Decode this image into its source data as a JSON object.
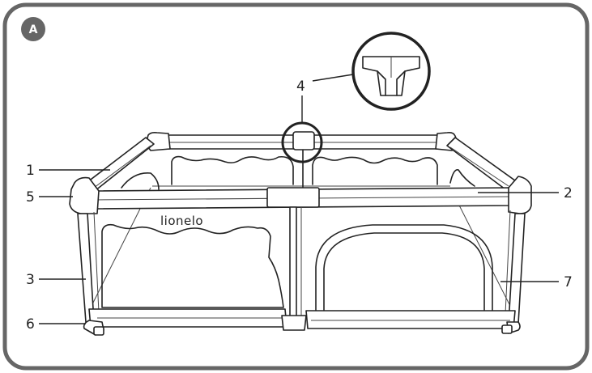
{
  "figure": {
    "badge": "A",
    "brand": "lionelo",
    "colors": {
      "frame": "#666666",
      "ink": "#222222",
      "badge": "#666666"
    }
  },
  "callouts": [
    {
      "id": "1",
      "text": "1"
    },
    {
      "id": "2",
      "text": "2"
    },
    {
      "id": "3",
      "text": "3"
    },
    {
      "id": "4",
      "text": "4"
    },
    {
      "id": "5",
      "text": "5"
    },
    {
      "id": "6",
      "text": "6"
    },
    {
      "id": "7",
      "text": "7"
    }
  ]
}
